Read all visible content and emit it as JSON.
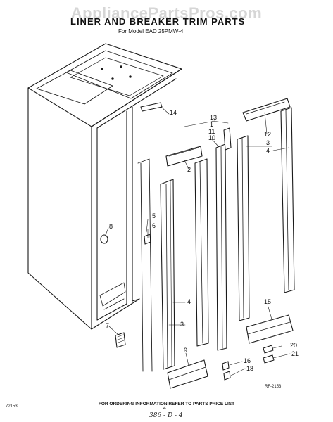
{
  "watermark": "AppliancePartsPros.com",
  "title": "LINER AND BREAKER TRIM PARTS",
  "subtitle": "For Model EAD 25PMW-4",
  "callouts": [
    {
      "id": "14",
      "label": "14"
    },
    {
      "id": "13",
      "label": "13"
    },
    {
      "id": "1",
      "label": "1"
    },
    {
      "id": "11",
      "label": "11"
    },
    {
      "id": "10",
      "label": "10"
    },
    {
      "id": "2",
      "label": "2"
    },
    {
      "id": "12",
      "label": "12"
    },
    {
      "id": "3a",
      "label": "3"
    },
    {
      "id": "4a",
      "label": "4"
    },
    {
      "id": "5",
      "label": "5"
    },
    {
      "id": "6",
      "label": "6"
    },
    {
      "id": "8",
      "label": "8"
    },
    {
      "id": "4b",
      "label": "4"
    },
    {
      "id": "3b",
      "label": "3"
    },
    {
      "id": "7",
      "label": "7"
    },
    {
      "id": "9",
      "label": "9"
    },
    {
      "id": "15",
      "label": "15"
    },
    {
      "id": "20",
      "label": "20"
    },
    {
      "id": "21",
      "label": "21"
    },
    {
      "id": "16",
      "label": "16"
    },
    {
      "id": "18",
      "label": "18"
    }
  ],
  "drawing_code": "RF-2153",
  "footer_note": "FOR ORDERING INFORMATION REFER TO PARTS PRICE LIST",
  "footer_code": "72153",
  "page_number": "4",
  "handwritten_note": "386 - D - 4"
}
